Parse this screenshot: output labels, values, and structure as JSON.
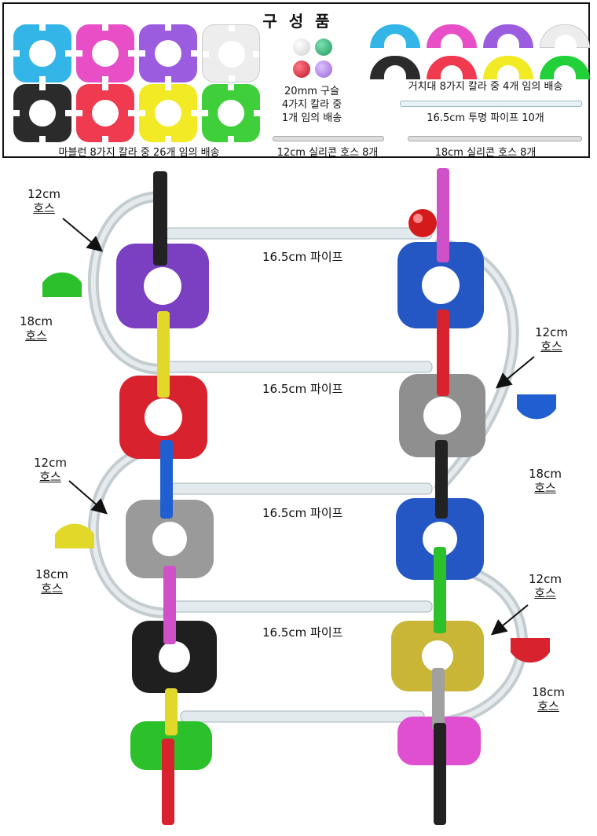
{
  "parts": {
    "title": "구 성 품",
    "track_plates": {
      "colors": [
        "#33b5e8",
        "#e84fc6",
        "#9b5ce0",
        "#ededed",
        "#2b2b2b",
        "#ef3a4f",
        "#f2ea25",
        "#3fcf3a"
      ],
      "caption": "마블런 8가지 칼라 중 26개 임의 배송"
    },
    "balls": {
      "colors": [
        "#e8e8e8",
        "#2fbf7a",
        "#e8283a",
        "#b07be6"
      ],
      "caption_1": "20mm 구슬",
      "caption_2": "4가지 칼라 중",
      "caption_3": "1개 임의 배송"
    },
    "stands": {
      "colors": [
        "#33b5e8",
        "#e84fc6",
        "#9b5ce0",
        "#ededed",
        "#2b2b2b",
        "#ef3a4f",
        "#f2ea25",
        "#22d13a"
      ],
      "caption": "거치대 8가지 칼라 중 4개 임의 배송"
    },
    "pipe_caption": "16.5cm 투명 파이프 10개",
    "hose12_caption": "12cm 실리콘 호스 8개",
    "hose18_caption": "18cm 실리콘 호스 8개"
  },
  "assembly": {
    "pipe_labels": [
      "16.5cm 파이프",
      "16.5cm 파이프",
      "16.5cm 파이프",
      "16.5cm 파이프"
    ],
    "left_annotations": [
      {
        "line1": "12cm",
        "line2": "호스"
      },
      {
        "line1": "18cm",
        "line2": "호스"
      },
      {
        "line1": "12cm",
        "line2": "호스"
      },
      {
        "line1": "18cm",
        "line2": "호스"
      }
    ],
    "right_annotations": [
      {
        "line1": "12cm",
        "line2": "호스"
      },
      {
        "line1": "18cm",
        "line2": "호스"
      },
      {
        "line1": "12cm",
        "line2": "호스"
      },
      {
        "line1": "18cm",
        "line2": "호스"
      }
    ]
  }
}
